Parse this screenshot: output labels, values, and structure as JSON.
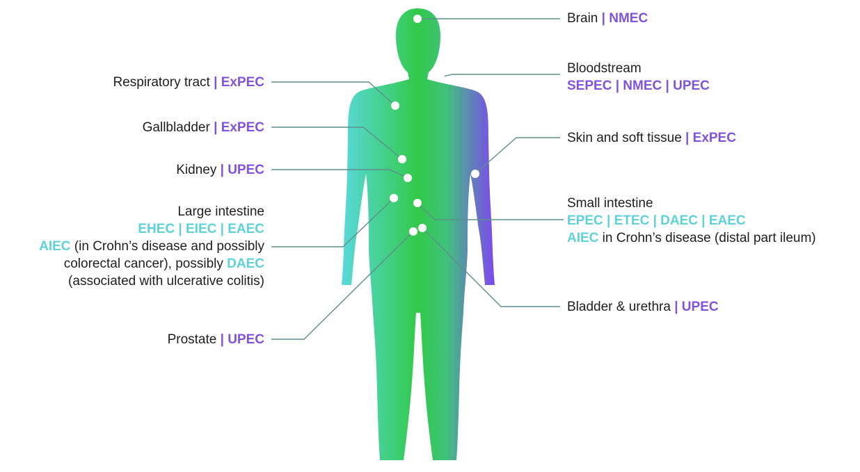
{
  "colors": {
    "ecoli_pathotype": "#8152e0",
    "intestinal_pathotype": "#5ed2d8",
    "body_left": "#5ad9dc",
    "body_center": "#32c94a",
    "body_right": "#7e46f2",
    "leader_line": "#5f8f8a",
    "site_dot": "#ffffff"
  },
  "sites": {
    "brain": {
      "name": "Brain",
      "sep": " | ",
      "types": "NMEC"
    },
    "bloodstream": {
      "name": "Bloodstream",
      "types": "SEPEC | NMEC | UPEC"
    },
    "respiratory": {
      "name": "Respiratory tract",
      "sep": " | ",
      "types": "ExPEC"
    },
    "gallbladder": {
      "name": "Gallbladder",
      "sep": " | ",
      "types": "ExPEC"
    },
    "skin": {
      "name": "Skin and soft tissue",
      "sep": " | ",
      "types": "ExPEC"
    },
    "kidney": {
      "name": "Kidney",
      "sep": " | ",
      "types": "UPEC"
    },
    "large_intestine": {
      "name": "Large intestine",
      "types": "EHEC | EIEC | EAEC",
      "aiec": "AIEC",
      "aiec_note": " (in Crohn’s disease and possibly",
      "line3": "colorectal cancer), possibly ",
      "daec": "DAEC",
      "line4": "(associated with ulcerative colitis)"
    },
    "small_intestine": {
      "name": "Small intestine",
      "types": "EPEC | ETEC | DAEC | EAEC",
      "aiec": "AIEC",
      "aiec_note": " in Crohn’s disease (distal part ileum)"
    },
    "bladder": {
      "name": "Bladder & urethra",
      "sep": " | ",
      "types": "UPEC"
    },
    "prostate": {
      "name": "Prostate",
      "sep": " | ",
      "types": "UPEC"
    }
  }
}
